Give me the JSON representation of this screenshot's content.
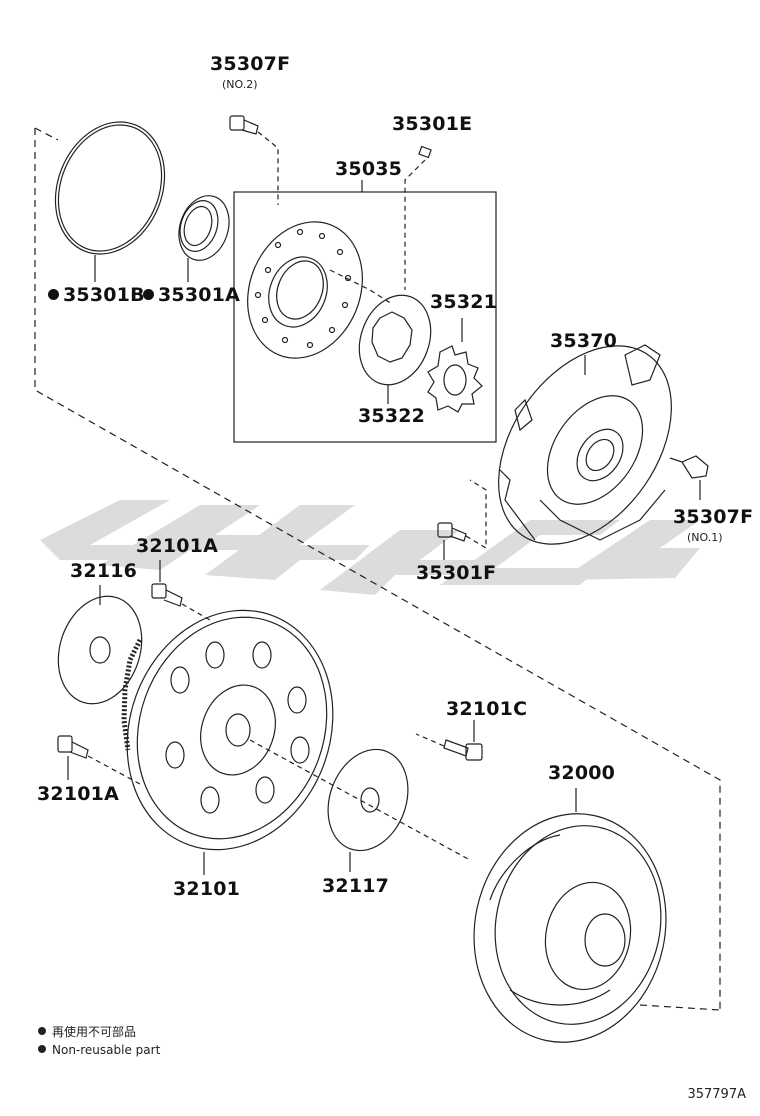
{
  "callouts": {
    "p35307f_no2": "35307F",
    "p35307f_no2_sub": "(NO.2)",
    "p35301e": "35301E",
    "p35035": "35035",
    "p35301b": "35301B",
    "p35301a": "35301A",
    "p35321": "35321",
    "p35322": "35322",
    "p35370": "35370",
    "p35307f_no1": "35307F",
    "p35307f_no1_sub": "(NO.1)",
    "p35301f": "35301F",
    "p32101a_top": "32101A",
    "p32116": "32116",
    "p32101c": "32101C",
    "p32000": "32000",
    "p32101a_left": "32101A",
    "p32101": "32101",
    "p32117": "32117"
  },
  "legend": {
    "line1": "再使用不可部品",
    "line2": "Non-reusable part"
  },
  "diagram_id": "357797A",
  "colors": {
    "line": "#222222",
    "watermark": "#d9d9d9"
  }
}
